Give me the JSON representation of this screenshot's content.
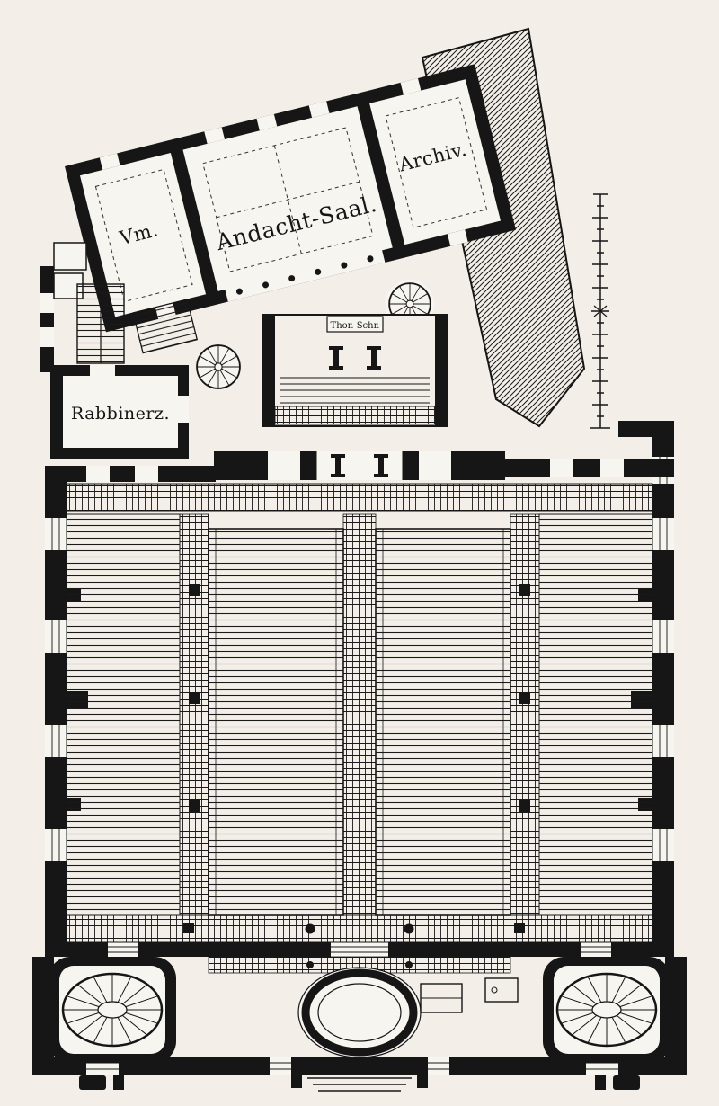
{
  "colors": {
    "background": "#f3efe8",
    "ink": "#161616",
    "paper": "#f7f5ef"
  },
  "labels": {
    "vm": "Vm.",
    "andacht_saal": "Andacht-Saal.",
    "archiv": "Archiv.",
    "rabbinerz": "Rabbinerz.",
    "thora_shrine": "Thor. Schr."
  }
}
